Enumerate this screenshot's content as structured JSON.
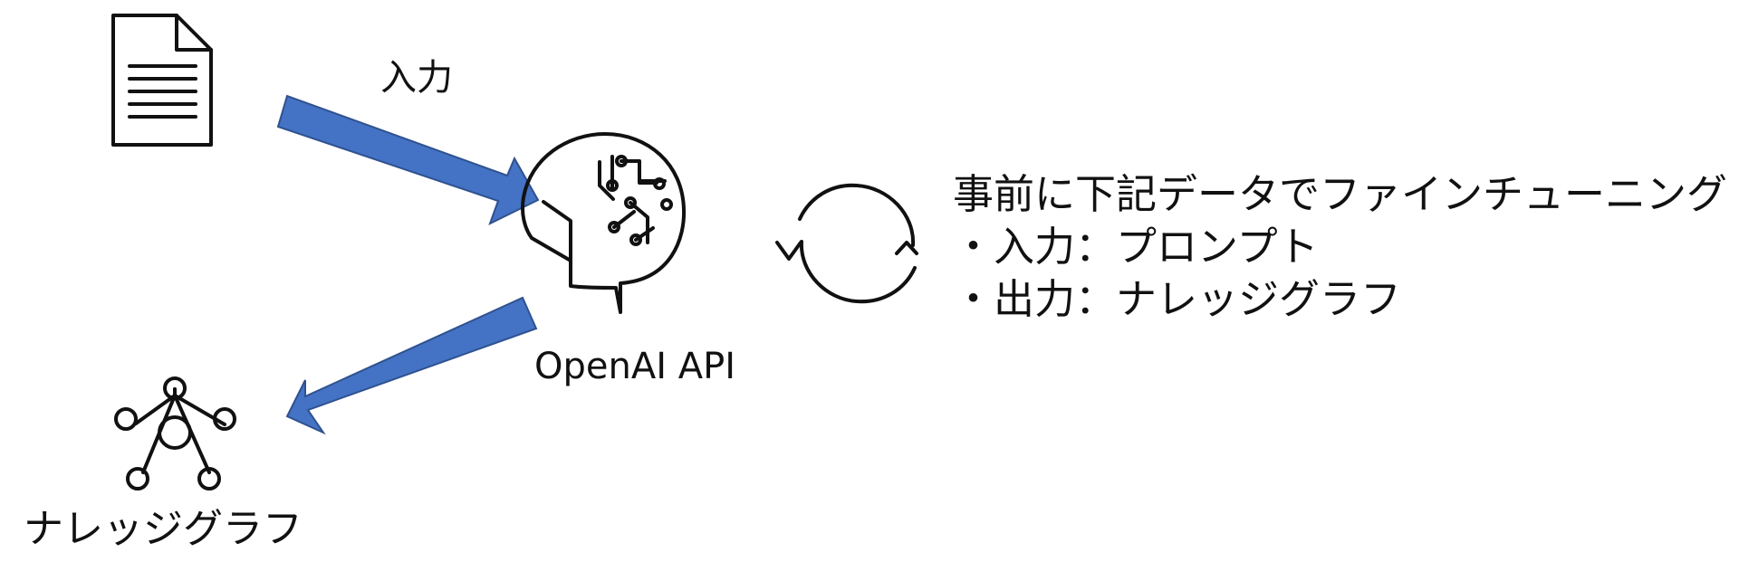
{
  "diagram": {
    "input_label": "入力",
    "api_label": "OpenAI API",
    "knowledge_graph_label": "ナレッジグラフ",
    "finetune": {
      "title": "事前に下記データでファインチューニング",
      "input_line": "・入力：プロンプト",
      "output_line": "・出力：ナレッジグラフ"
    },
    "icons": {
      "document": "document-icon",
      "ai_head": "ai-head-icon",
      "refresh": "refresh-cycle-icon",
      "graph": "knowledge-graph-icon"
    },
    "colors": {
      "arrow_fill": "#4472C4",
      "arrow_stroke": "#2F528F",
      "icon_stroke": "#111111"
    }
  }
}
